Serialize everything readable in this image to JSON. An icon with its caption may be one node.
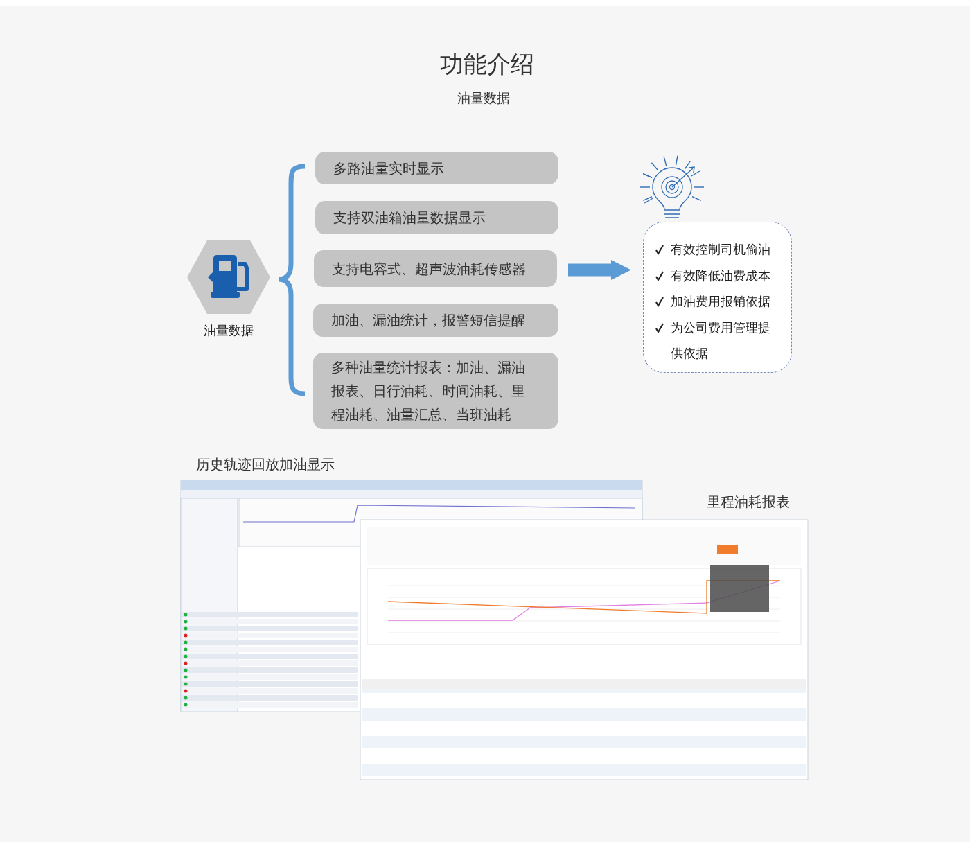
{
  "diagram": {
    "title": "功能介绍",
    "nodes": [
      {
        "text": [
          "油量数据"
        ]
      },
      {
        "text": [
          "多路油量实时显示"
        ]
      },
      {
        "text": [
          "支持双油箱油量数据显示"
        ]
      },
      {
        "text": [
          "支持电容式、超声波油耗传感器"
        ]
      },
      {
        "text": [
          "加油、漏油统计，报警短信提醒"
        ]
      },
      {
        "text": [
          "多种油量统计报表：加油、漏油报表、日行油耗、时间油耗、里程油耗、油量汇总、当班油耗"
        ]
      },
      {
        "text": [
          "有效控制司机偷油",
          "有效降低油费成本",
          "加油费用报销依据",
          "为公司费用管理提供依据"
        ]
      }
    ],
    "edges": [
      {
        "from": 3,
        "to": 6,
        "arrow": "to"
      }
    ],
    "labels": [
      "油量数据",
      "历史轨迹回放加油显示",
      "里程油耗报表"
    ]
  }
}
